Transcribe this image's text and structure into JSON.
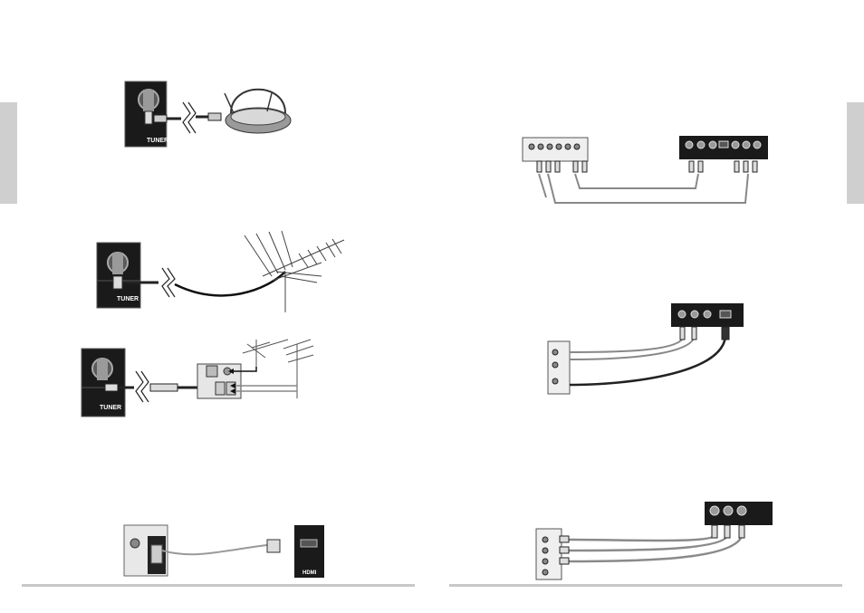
{
  "left_page": {
    "antenna_indoor": {
      "port_label": "TUNER"
    },
    "antenna_outdoor": {
      "port_label": "TUNER"
    },
    "antenna_combiner": {
      "port_label": "TUNER"
    },
    "hdmi": {
      "port_label": "HDMI"
    }
  },
  "colors": {
    "side_tab": "#cfcfcf",
    "footer_rule": "#c8c8c8",
    "panel_dark": "#1a1a1a",
    "cable": "#8a8a8a"
  }
}
